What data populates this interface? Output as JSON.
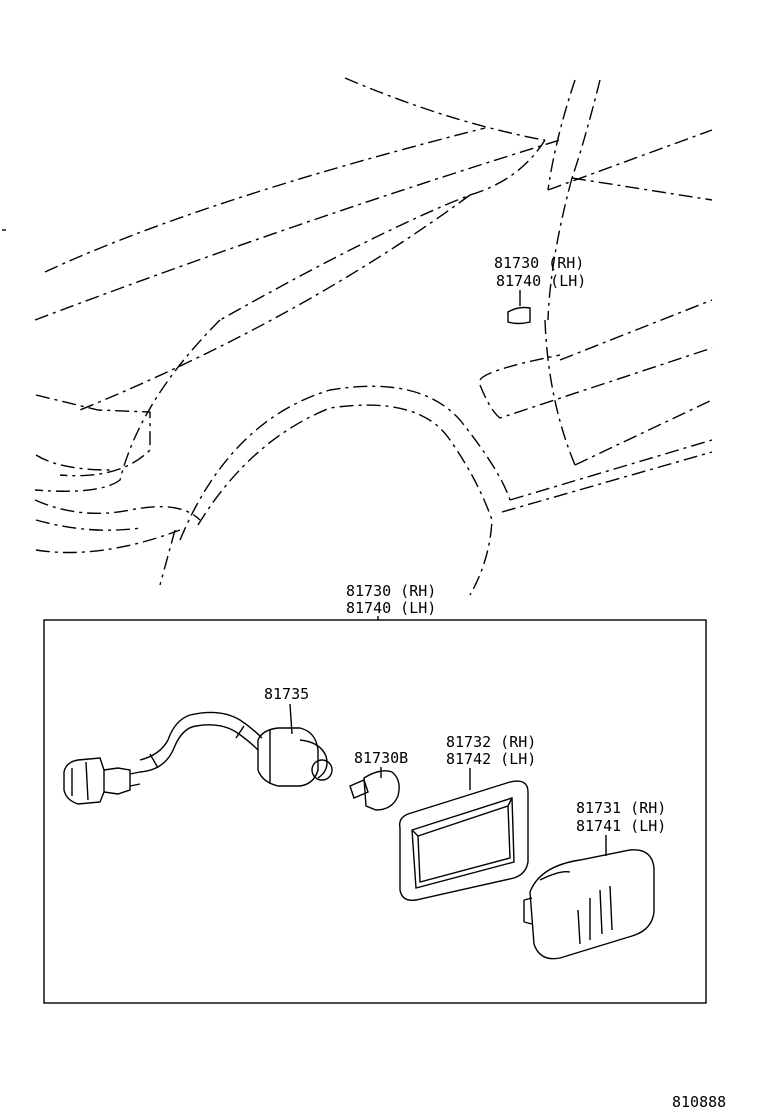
{
  "car_callout": {
    "line1": "81730 (RH)",
    "line2": "81740 (LH)"
  },
  "assembly": {
    "line1": "81730 (RH)",
    "line2": "81740 (LH)"
  },
  "parts": {
    "socket": "81735",
    "bulb": "81730B",
    "gasket_rh": "81732 (RH)",
    "gasket_lh": "81742 (LH)",
    "lens_rh": "81731 (RH)",
    "lens_lh": "81741 (LH)"
  },
  "figure_number": "810888"
}
